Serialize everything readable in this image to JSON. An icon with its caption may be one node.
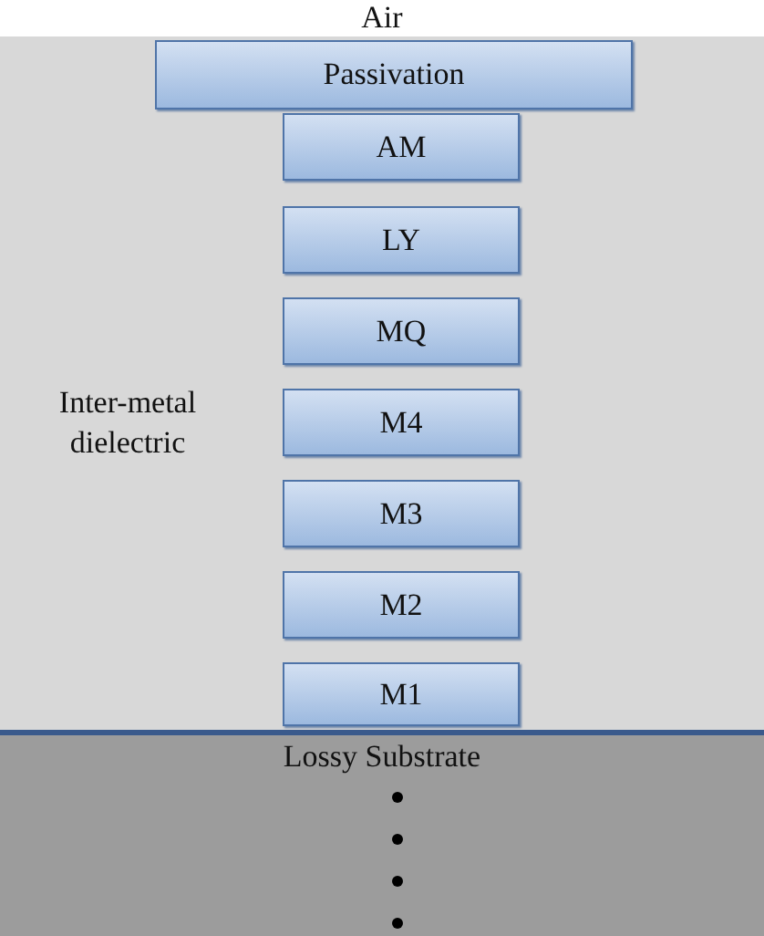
{
  "diagram": {
    "nodes": [
      {
        "text": [
          "Inter-metal dielectric"
        ]
      },
      {
        "text": [
          "Passivation"
        ],
        "in": 0
      },
      {
        "text": [
          "AM"
        ],
        "in": 0
      },
      {
        "text": [
          "LY"
        ],
        "in": 0
      },
      {
        "text": [
          "MQ"
        ],
        "in": 0
      },
      {
        "text": [
          "M4"
        ],
        "in": 0
      },
      {
        "text": [
          "M3"
        ],
        "in": 0
      },
      {
        "text": [
          "M2"
        ],
        "in": 0
      },
      {
        "text": [
          "M1"
        ],
        "in": 0
      },
      {
        "text": [
          "Lossy Substrate"
        ]
      }
    ],
    "edges": [],
    "labels": [
      "Air"
    ]
  }
}
